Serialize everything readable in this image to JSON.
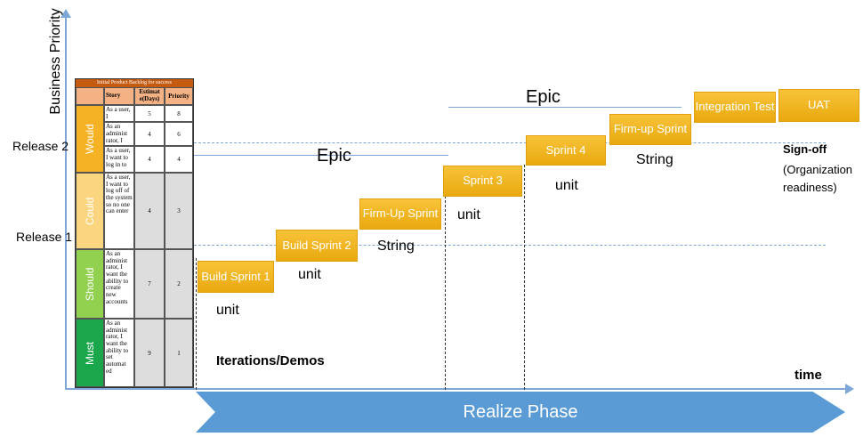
{
  "axes": {
    "y_label": "Business Priority",
    "x_label": "time"
  },
  "releases": [
    "Release 2",
    "Release 1"
  ],
  "backlog": {
    "title": "Initial Product Backlog for success",
    "headers": {
      "story": "Story",
      "estimate": "Estimat e(Days)",
      "priority": "Priority"
    },
    "groups": [
      {
        "label": "Would",
        "color": "#f5b224",
        "rows": [
          {
            "story": "As a user, I",
            "estimate": "5",
            "priority": "8"
          },
          {
            "story": "As an administ rator, I",
            "estimate": "4",
            "priority": "6"
          },
          {
            "story": "As a user, I want to log in to",
            "estimate": "4",
            "priority": "4"
          }
        ]
      },
      {
        "label": "Could",
        "color": "#fbd57f",
        "rows": [
          {
            "story": "As a user, I want to log off of the system so no one can enter",
            "estimate": "4",
            "priority": "3"
          }
        ]
      },
      {
        "label": "Should",
        "color": "#92d050",
        "rows": [
          {
            "story": "As an administ rator, I want the ability to create new accounts",
            "estimate": "7",
            "priority": "2"
          }
        ]
      },
      {
        "label": "Must",
        "color": "#1aa64a",
        "rows": [
          {
            "story": "As an administ rator, I want the ability to set automat ed",
            "estimate": "9",
            "priority": "1"
          }
        ]
      }
    ]
  },
  "steps": [
    {
      "label": "Build Sprint 1",
      "caption": "unit"
    },
    {
      "label": "Build Sprint 2",
      "caption": "unit"
    },
    {
      "label": "Firm-Up Sprint",
      "caption": "String"
    },
    {
      "label": "Sprint 3",
      "caption": "unit"
    },
    {
      "label": "Sprint 4",
      "caption": "unit"
    },
    {
      "label": "Firm-up Sprint",
      "caption": "String"
    },
    {
      "label": "Integration Test",
      "caption": ""
    },
    {
      "label": "UAT",
      "caption": ""
    }
  ],
  "epics": [
    "Epic",
    "Epic"
  ],
  "iterations_label": "Iterations/Demos",
  "signoff": {
    "title": "Sign-off",
    "detail": "(Organization readiness)"
  },
  "phase_label": "Realize Phase"
}
